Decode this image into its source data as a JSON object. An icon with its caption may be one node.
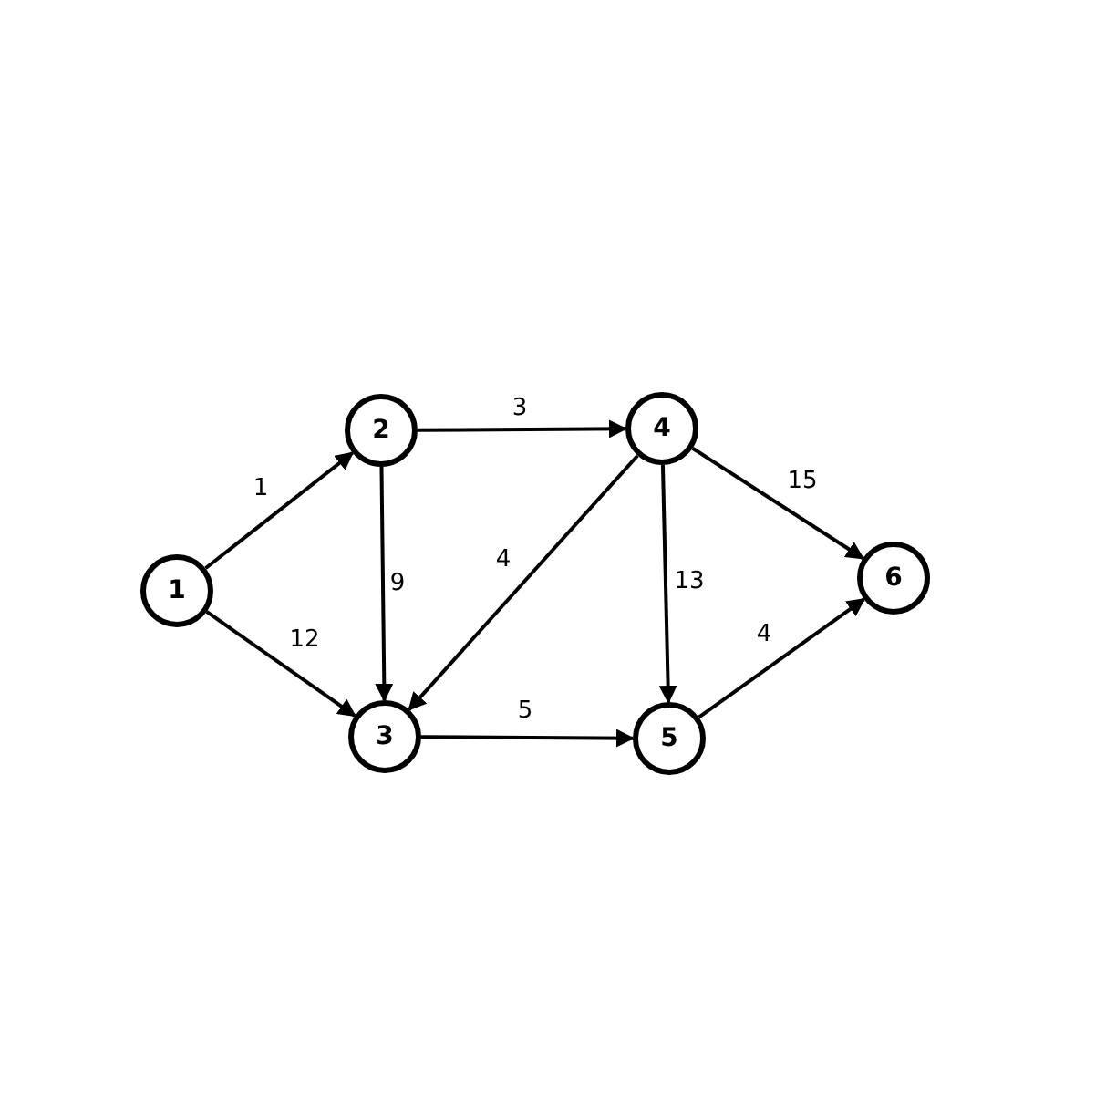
{
  "diagram": {
    "nodes": [
      {
        "text": [
          "1"
        ]
      },
      {
        "text": [
          "2"
        ]
      },
      {
        "text": [
          "3"
        ]
      },
      {
        "text": [
          "4"
        ]
      },
      {
        "text": [
          "5"
        ]
      },
      {
        "text": [
          "6"
        ]
      }
    ],
    "edges": [
      {
        "from": 0,
        "to": 1,
        "arrow": "to",
        "label": "1"
      },
      {
        "from": 0,
        "to": 2,
        "arrow": "to",
        "label": "12"
      },
      {
        "from": 1,
        "to": 3,
        "arrow": "to",
        "label": "3"
      },
      {
        "from": 1,
        "to": 2,
        "arrow": "to",
        "label": "9"
      },
      {
        "from": 3,
        "to": 2,
        "arrow": "to",
        "label": "4"
      },
      {
        "from": 2,
        "to": 4,
        "arrow": "to",
        "label": "5"
      },
      {
        "from": 3,
        "to": 4,
        "arrow": "to",
        "label": "13"
      },
      {
        "from": 3,
        "to": 5,
        "arrow": "to",
        "label": "15"
      },
      {
        "from": 4,
        "to": 5,
        "arrow": "to",
        "label": "4"
      }
    ]
  }
}
